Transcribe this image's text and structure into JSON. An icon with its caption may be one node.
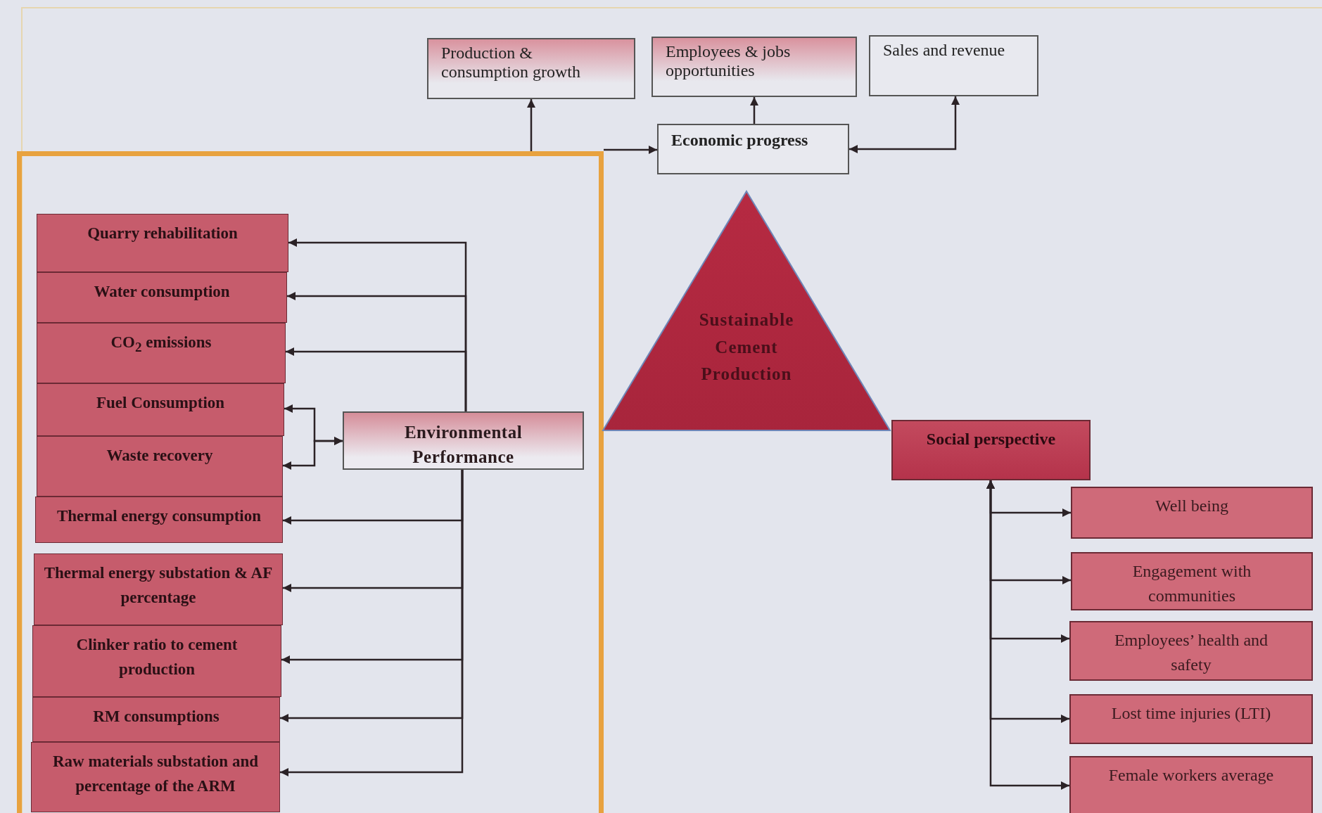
{
  "diagram": {
    "nodes": [
      {
        "text": [
          "Production & consumption growth"
        ]
      },
      {
        "text": [
          "Employees & jobs opportunities"
        ]
      },
      {
        "text": [
          "Sales and revenue"
        ]
      },
      {
        "text": [
          "Economic progress"
        ]
      },
      {
        "text": [],
        "shape": "box"
      },
      {
        "text": [
          "Quarry rehabilitation"
        ],
        "in": 4
      },
      {
        "text": [
          "Water consumption"
        ],
        "in": 4
      },
      {
        "text": [
          "CO$_{2}$ emissions"
        ],
        "in": 4
      },
      {
        "text": [
          "Fuel Consumption"
        ],
        "in": 4
      },
      {
        "text": [
          "Waste recovery"
        ],
        "in": 4
      },
      {
        "text": [
          "Thermal energy consumption"
        ],
        "in": 4
      },
      {
        "text": [
          "Thermal energy substation & AF percentage"
        ],
        "in": 4
      },
      {
        "text": [
          "Clinker ratio to cement production"
        ],
        "in": 4
      },
      {
        "text": [
          "RM consumptions"
        ],
        "in": 4
      },
      {
        "text": [
          "Raw materials substation and percentage of the ARM"
        ],
        "in": 4
      },
      {
        "text": [
          "Environmental Performance"
        ],
        "in": 4
      },
      {
        "text": [
          "Sustainable Cement Production"
        ]
      },
      {
        "text": [
          "Social perspective"
        ]
      },
      {
        "text": [
          "Well being"
        ]
      },
      {
        "text": [
          "Engagement with communities"
        ]
      },
      {
        "text": [
          "Employees’ health and safety"
        ]
      },
      {
        "text": [
          "Lost time injuries (LTI)"
        ]
      },
      {
        "text": [
          "Female workers average"
        ]
      }
    ],
    "edges": [
      {
        "from": 4,
        "to": 0,
        "arrow": "to"
      },
      {
        "from": 4,
        "to": 3,
        "arrow": "to"
      },
      {
        "from": 3,
        "to": 1,
        "arrow": "to"
      },
      {
        "from": 3,
        "to": 2,
        "arrow": "both"
      },
      {
        "from": 15,
        "to": 5,
        "arrow": "to"
      },
      {
        "from": 15,
        "to": 6,
        "arrow": "to"
      },
      {
        "from": 15,
        "to": 7,
        "arrow": "to"
      },
      {
        "from": 15,
        "to": 8,
        "arrow": "both"
      },
      {
        "from": 15,
        "to": 9,
        "arrow": "both"
      },
      {
        "from": 15,
        "to": 10,
        "arrow": "to"
      },
      {
        "from": 15,
        "to": 11,
        "arrow": "to"
      },
      {
        "from": 15,
        "to": 12,
        "arrow": "to"
      },
      {
        "from": 15,
        "to": 13,
        "arrow": "to"
      },
      {
        "from": 15,
        "to": 14,
        "arrow": "to"
      },
      {
        "from": 17,
        "to": 18,
        "arrow": "both"
      },
      {
        "from": 17,
        "to": 19,
        "arrow": "both"
      },
      {
        "from": 17,
        "to": 20,
        "arrow": "both"
      },
      {
        "from": 17,
        "to": 21,
        "arrow": "both"
      },
      {
        "from": 17,
        "to": 22,
        "arrow": "both"
      }
    ]
  }
}
